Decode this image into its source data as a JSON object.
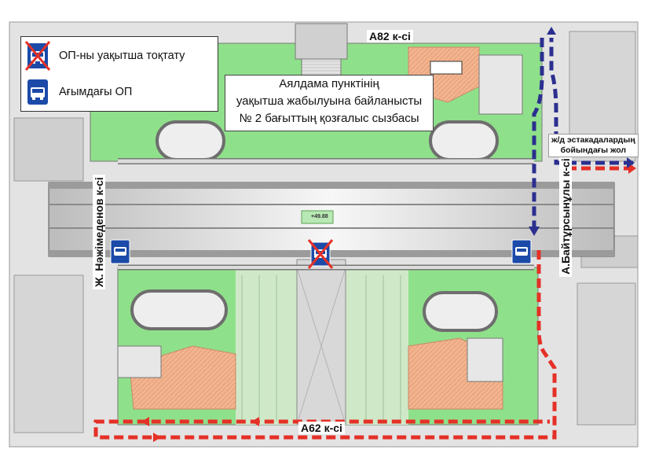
{
  "legend": {
    "items": [
      {
        "label": "ОП-ны уақытша тоқтату",
        "icon": "bus-stop-crossed-icon"
      },
      {
        "label": "Ағымдағы ОП",
        "icon": "bus-stop-icon"
      }
    ]
  },
  "title": {
    "line1": "Аялдама пунктінің",
    "line2": "уақытша жабылуына байланысты",
    "line3": "№ 2 бағыттың қозғалыс сызбасы"
  },
  "streets": {
    "top": "А82 к-сі",
    "bottom": "А62 к-сі",
    "left": "Ж. Нәжімеденов к-сі",
    "right": "А.Байтұрсынұлы к-сі"
  },
  "note": {
    "line1": "ж/д эстакадалардың",
    "line2": "бойындағы жол"
  },
  "elevation": "+49.88",
  "colors": {
    "route_current": "#e53027",
    "route_closed": "#2b2f8f",
    "bus_sign": "#1b4aa8",
    "green_area": "#8fe08a",
    "parking_area": "#f2b48f"
  }
}
